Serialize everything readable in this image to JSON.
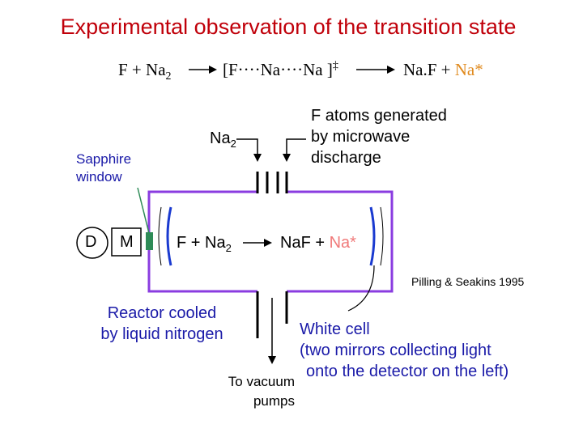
{
  "title": "Experimental observation of the transition state",
  "reaction": {
    "reactants": "F + Na",
    "reactants_sub": "2",
    "ts": "[F····Na····Na ]",
    "ts_sup": "‡",
    "products_a": "Na.F + ",
    "products_b": "Na*"
  },
  "labels": {
    "na2_inlet": "Na",
    "na2_inlet_sub": "2",
    "f_atoms": [
      "F atoms generated",
      "by microwave",
      "discharge"
    ],
    "sapphire": [
      "Sapphire",
      "window"
    ],
    "detector": "D",
    "monochromator": "M",
    "inner_reactants": "F + Na",
    "inner_reactants_sub": "2",
    "inner_products_a": "NaF + ",
    "inner_products_b": "Na*",
    "citation": "Pilling & Seakins 1995",
    "reactor": [
      "Reactor cooled",
      "by liquid nitrogen"
    ],
    "vacuum": [
      "To vacuum",
      "pumps"
    ],
    "white_cell": [
      "White cell",
      "(two mirrors collecting light",
      "onto the detector on the left)"
    ]
  },
  "colors": {
    "title": "#c0000a",
    "reactor_wall": "#8a3ce0",
    "mirror": "#1a3ad0",
    "window": "#2e8b57",
    "excited_na": "#e08a1e",
    "excited_na_inner": "#f07a7a",
    "blue_text": "#1a1aa8"
  }
}
